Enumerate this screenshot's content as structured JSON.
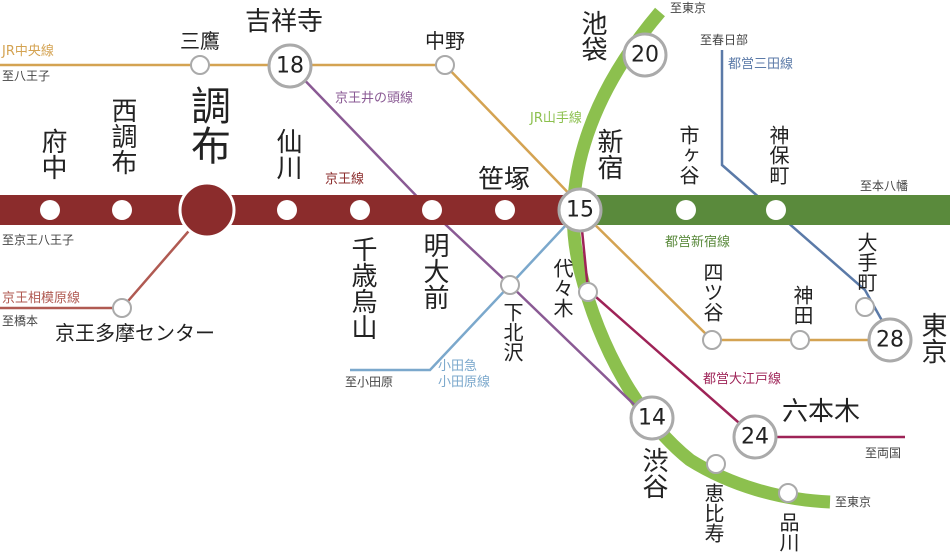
{
  "colors": {
    "keio": "#8b2c2c",
    "shinjuku_line": "#5a8a3c",
    "yamanote": "#8cc04e",
    "chuo": "#d4a352",
    "inokashira": "#8a5a94",
    "odakyu": "#7ba8cc",
    "oedo": "#9e2357",
    "mita": "#5b7aa8",
    "sagamihara": "#b05a52"
  },
  "lines": {
    "jr_chuo": "JR中央線",
    "keio_inokashira": "京王井の頭線",
    "jr_yamanote": "JR山手線",
    "toei_mita": "都営三田線",
    "keio": "京王線",
    "toei_shinjuku": "都営新宿線",
    "keio_sagamihara": "京王相模原線",
    "odakyu": "小田急\n小田原線",
    "odakyu_1": "小田急",
    "odakyu_2": "小田原線",
    "toei_oedo": "都営大江戸線"
  },
  "directions": {
    "to_hachioji": "至八王子",
    "to_tokyo_top": "至東京",
    "to_kasuga": "至春日部",
    "to_keio_hachioji": "至京王八王子",
    "to_motoyawata": "至本八幡",
    "to_hashimoto": "至橋本",
    "to_odawara": "至小田原",
    "to_ryogoku": "至両国",
    "to_tokyo_bottom": "至東京"
  },
  "stations": {
    "mitaka": "三鷹",
    "kichijoji": "吉祥寺",
    "nakano": "中野",
    "ikebukuro": "池袋",
    "fuchu": "府中",
    "nishichofu": "西調布",
    "chofu": "調布",
    "sengawa": "仙川",
    "sasazuka": "笹塚",
    "shinjuku": "新宿",
    "ichigaya": "市ヶ谷",
    "jimbocho": "神保町",
    "chitose_karasuyama": "千歳烏山",
    "meidaimae": "明大前",
    "shimokitazawa": "下北沢",
    "yoyogi": "代々木",
    "yotsuya": "四ツ谷",
    "kanda": "神田",
    "otemachi": "大手町",
    "tokyo": "東京",
    "keio_tama_center": "京王多摩センター",
    "shibuya": "渋谷",
    "roppongi": "六本木",
    "ebisu": "恵比寿",
    "shinagawa": "品川"
  },
  "minutes": {
    "kichijoji": "18",
    "ikebukuro": "20",
    "shinjuku": "15",
    "tokyo": "28",
    "shibuya": "14",
    "roppongi": "24"
  }
}
